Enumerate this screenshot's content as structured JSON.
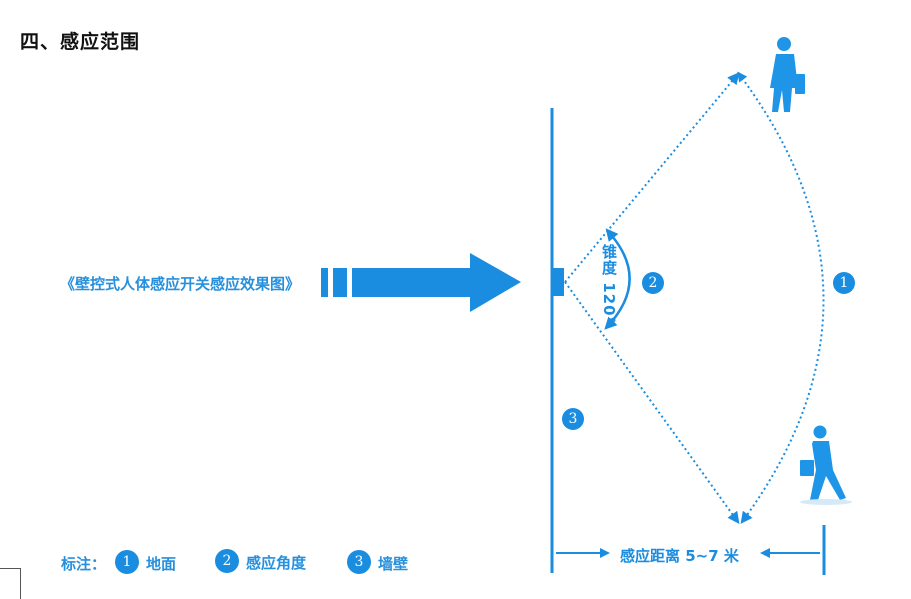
{
  "title": "四、感应范围",
  "caption": "《壁控式人体感应开关感应效果图》",
  "angle_label": "锥度 120°",
  "distance_label": "感应距离 5~7 米",
  "markers": {
    "ground": "1",
    "angle": "2",
    "wall": "3"
  },
  "legend": {
    "prefix": "标注：",
    "items": [
      {
        "number": "1",
        "label": "地面"
      },
      {
        "number": "2",
        "label": "感应角度"
      },
      {
        "number": "3",
        "label": "墙壁"
      }
    ]
  },
  "colors": {
    "accent": "#1a8de0",
    "text_blue": "#2790dd",
    "title": "#111111"
  },
  "icons": [
    "arrow-right-icon",
    "sensor-icon",
    "walking-person-icon",
    "standing-person-icon"
  ]
}
